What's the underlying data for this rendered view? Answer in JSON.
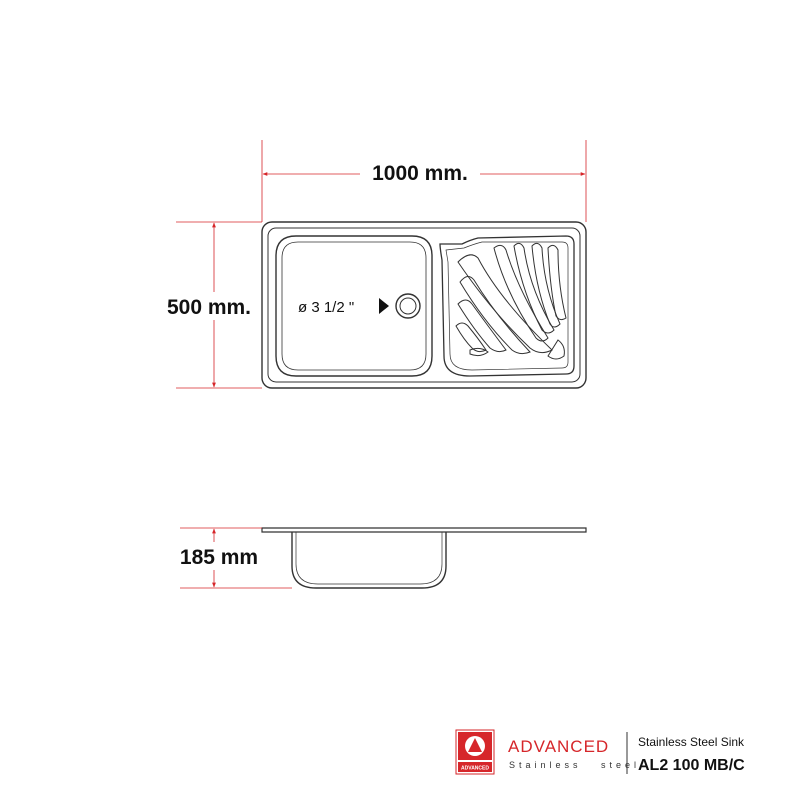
{
  "dimensions": {
    "width": "1000 mm.",
    "depth": "500 mm.",
    "bowl_depth": "185 mm",
    "drain_size": "ø 3 1/2 \""
  },
  "brand": {
    "name": "ADVANCED",
    "tagline": "Stainless   steel",
    "logo_text": "ADVANCED"
  },
  "product": {
    "description": "Stainless Steel Sink",
    "model": "AL2 100 MB/C"
  },
  "colors": {
    "dimension_line": "#d6262a",
    "outline": "#333333",
    "brand_accent": "#d6262a"
  }
}
